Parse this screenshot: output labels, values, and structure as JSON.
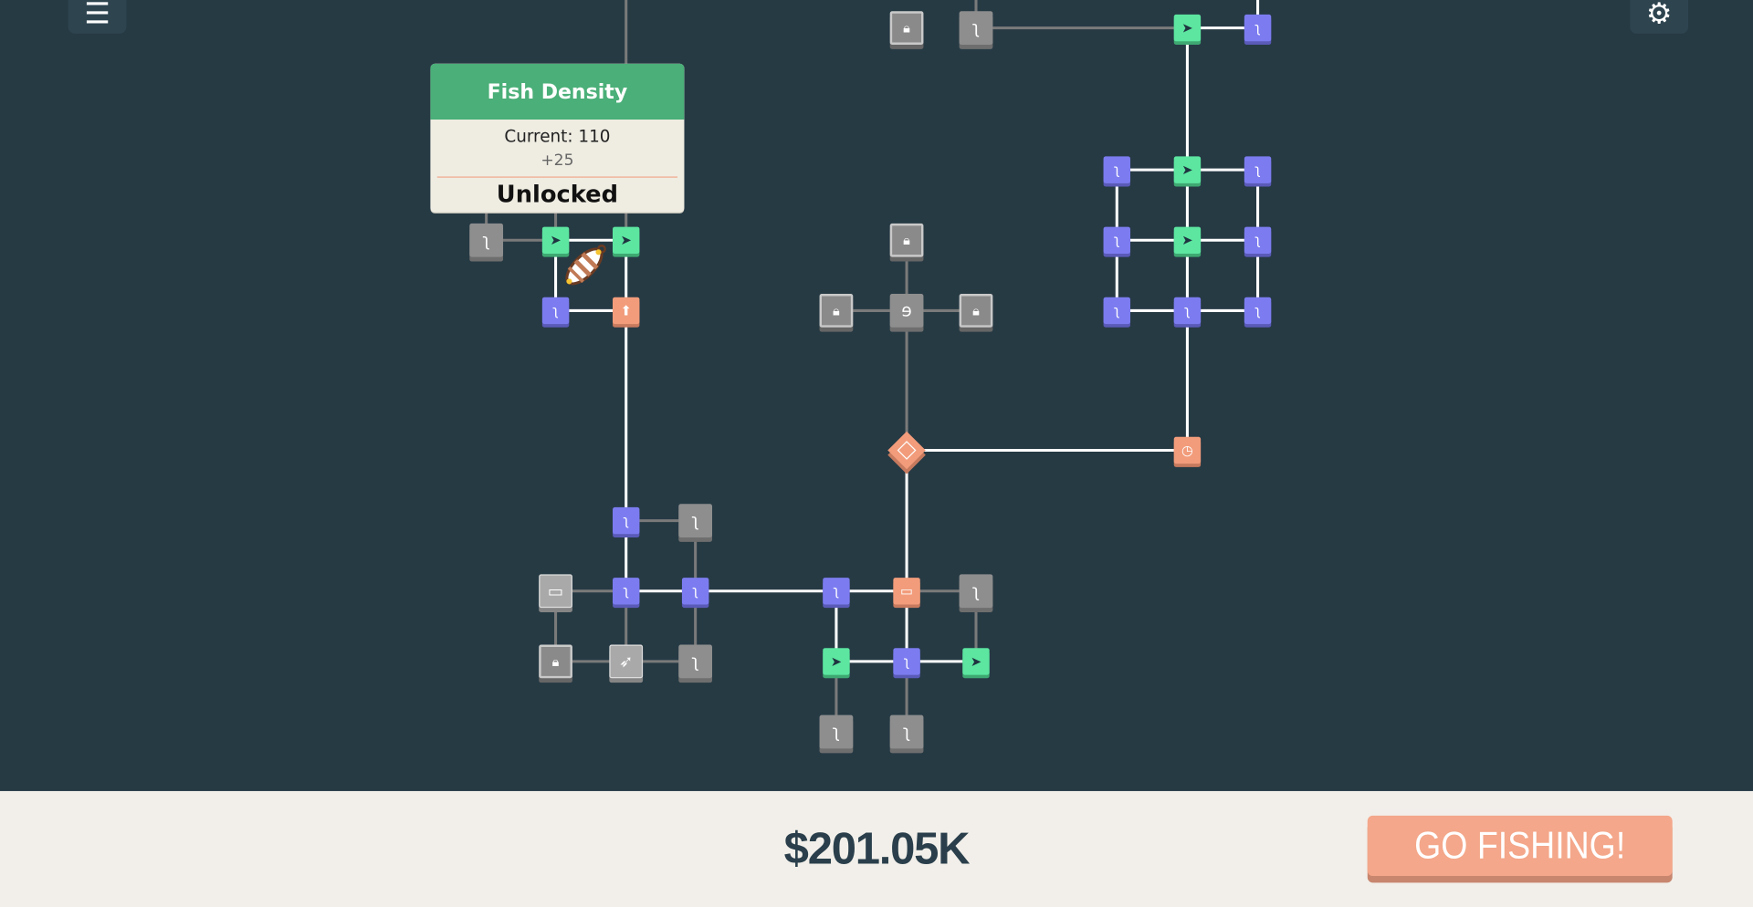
{
  "tooltip": {
    "title": "Fish Density",
    "current": "Current: 110",
    "increment": "+25",
    "status": "Unlocked"
  },
  "footer": {
    "money": "$201.05K",
    "go_button": "GO FISHING!"
  },
  "icons": {
    "menu": "menu-icon",
    "settings": "gear-icon"
  },
  "colors": {
    "background": "#263a44",
    "purple": "#7c7cf0",
    "green": "#5ce6a0",
    "orange": "#f29c7b",
    "gray": "#8e8e8e",
    "accent_button": "#f4a78a"
  }
}
